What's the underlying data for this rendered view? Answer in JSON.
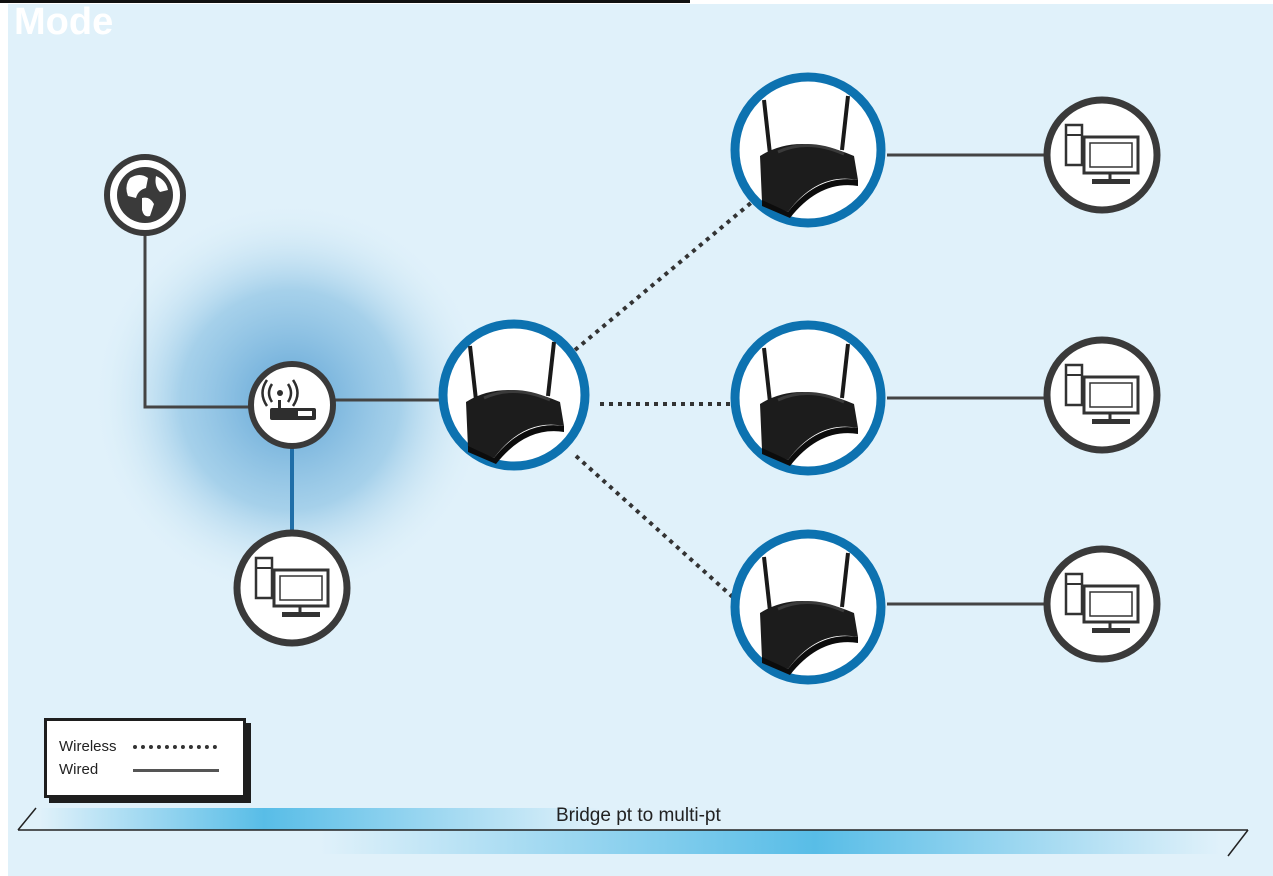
{
  "title": "Mode",
  "legend": {
    "wireless_label": "Wireless",
    "wired_label": "Wired"
  },
  "caption": "Bridge pt to multi-pt",
  "colors": {
    "background": "#e0f1fa",
    "accent_ring": "#0d72b0",
    "dark_ring": "#3a3a3a",
    "signal_glow": "#7fbbe0"
  },
  "nodes": [
    {
      "id": "internet",
      "icon": "globe-icon"
    },
    {
      "id": "access-point",
      "icon": "wireless-router-icon"
    },
    {
      "id": "local-computer",
      "icon": "desktop-computer-icon"
    },
    {
      "id": "bridge-root",
      "icon": "router-icon"
    },
    {
      "id": "bridge-1",
      "icon": "router-icon"
    },
    {
      "id": "bridge-2",
      "icon": "router-icon"
    },
    {
      "id": "bridge-3",
      "icon": "router-icon"
    },
    {
      "id": "computer-1",
      "icon": "desktop-computer-icon"
    },
    {
      "id": "computer-2",
      "icon": "desktop-computer-icon"
    },
    {
      "id": "computer-3",
      "icon": "desktop-computer-icon"
    }
  ]
}
